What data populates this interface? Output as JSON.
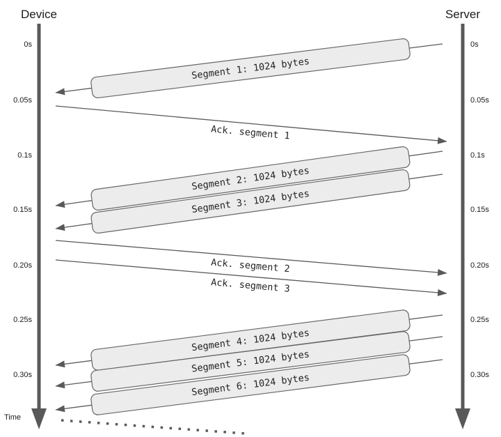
{
  "diagram": {
    "left_actor": {
      "name": "Device"
    },
    "right_actor": {
      "name": "Server"
    },
    "time_axis": {
      "label": "Time",
      "ticks": [
        "0s",
        "0.05s",
        "0.1s",
        "0.15s",
        "0.20s",
        "0.25s",
        "0.30s"
      ]
    },
    "messages": [
      {
        "kind": "data",
        "label": "Segment 1: 1024 bytes",
        "from": "Server",
        "to": "Device"
      },
      {
        "kind": "ack",
        "label": "Ack. segment 1",
        "from": "Device",
        "to": "Server"
      },
      {
        "kind": "data",
        "label": "Segment 2: 1024 bytes",
        "from": "Server",
        "to": "Device"
      },
      {
        "kind": "data",
        "label": "Segment 3: 1024 bytes",
        "from": "Server",
        "to": "Device"
      },
      {
        "kind": "ack",
        "label": "Ack. segment 2",
        "from": "Device",
        "to": "Server"
      },
      {
        "kind": "ack",
        "label": "Ack. segment 3",
        "from": "Device",
        "to": "Server"
      },
      {
        "kind": "data",
        "label": "Segment 4: 1024 bytes",
        "from": "Server",
        "to": "Device"
      },
      {
        "kind": "data",
        "label": "Segment 5: 1024 bytes",
        "from": "Server",
        "to": "Device"
      },
      {
        "kind": "data",
        "label": "Segment 6: 1024 bytes",
        "from": "Server",
        "to": "Device"
      }
    ],
    "colors": {
      "background": "#ffffff",
      "lifeline": "#595959",
      "message_line": "#595959",
      "box_fill": "#ececec",
      "box_border": "#666666",
      "text": "#1a1a1a"
    }
  }
}
